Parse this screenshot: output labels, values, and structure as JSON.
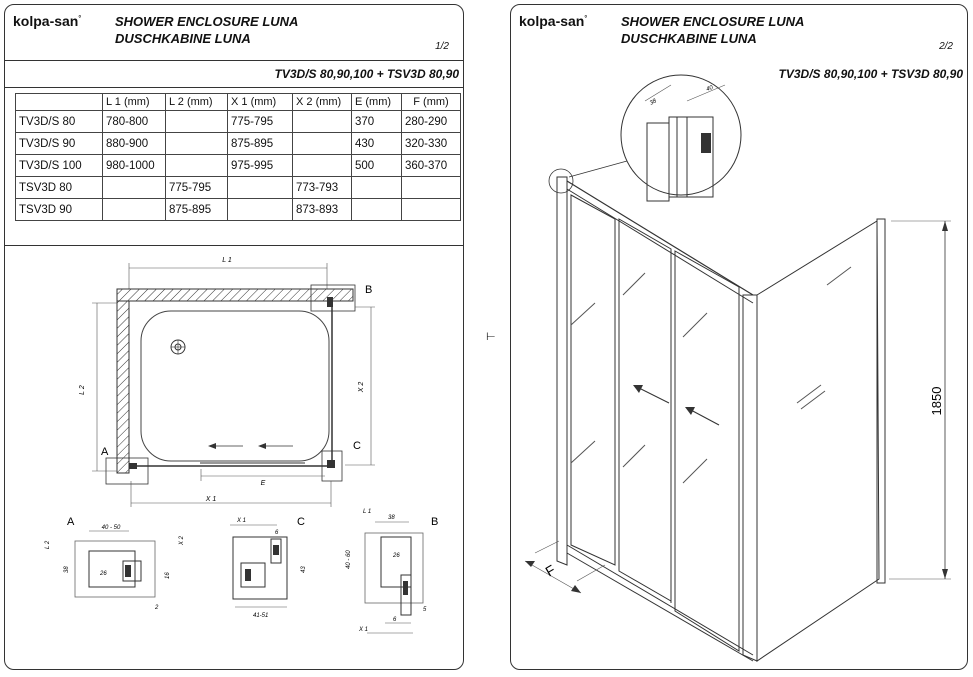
{
  "brand": {
    "logo_text": "kolpa-san",
    "registered": "°"
  },
  "sheet1": {
    "title_line1": "SHOWER ENCLOSURE LUNA",
    "title_line2": "DUSCHKABINE  LUNA",
    "page": "1/2",
    "model_line": "TV3D/S 80,90,100 + TSV3D 80,90",
    "table": {
      "headers": [
        "",
        "L 1  (mm)",
        "L 2  (mm)",
        "X 1  (mm)",
        "X 2  (mm)",
        "E (mm)",
        "F (mm)"
      ],
      "rows": [
        [
          "TV3D/S 80",
          "780-800",
          "",
          "775-795",
          "",
          "370",
          "280-290"
        ],
        [
          "TV3D/S 90",
          "880-900",
          "",
          "875-895",
          "",
          "430",
          "320-330"
        ],
        [
          "TV3D/S 100",
          "980-1000",
          "",
          "975-995",
          "",
          "500",
          "360-370"
        ],
        [
          "TSV3D 80",
          "",
          "775-795",
          "",
          "773-793",
          "",
          ""
        ],
        [
          "TSV3D 90",
          "",
          "875-895",
          "",
          "873-893",
          "",
          ""
        ]
      ]
    },
    "plan_labels": {
      "l1": "L 1",
      "l2": "L 2",
      "x1": "X 1",
      "x2": "X 2",
      "e": "E",
      "a": "A",
      "b": "B",
      "c": "C"
    },
    "details": {
      "a_title": "A",
      "a_dim1": "40 - 50",
      "a_l2": "L 2",
      "a_x2": "X 2",
      "a_38": "38",
      "a_26": "26",
      "a_16": "16",
      "a_2": "2",
      "c_title": "C",
      "c_x1": "X 1",
      "c_6": "6",
      "c_43": "43",
      "c_41": "41-51",
      "b_title": "B",
      "b_l1": "L 1",
      "b_38": "38",
      "b_26": "26",
      "b_4060": "40 - 60",
      "b_6": "6",
      "b_5": "5",
      "b_x1": "X 1"
    }
  },
  "sheet2": {
    "title_line1": "SHOWER ENCLOSURE LUNA",
    "title_line2": "DUSCHKABINE  LUNA",
    "page": "2/2",
    "model_line": "TV3D/S 80,90,100 + TSV3D 80,90",
    "height_dim": "1850",
    "f_label": "F",
    "zoom_dims": {
      "d1": "38",
      "d2": "40"
    }
  },
  "side_mark": "⊢"
}
